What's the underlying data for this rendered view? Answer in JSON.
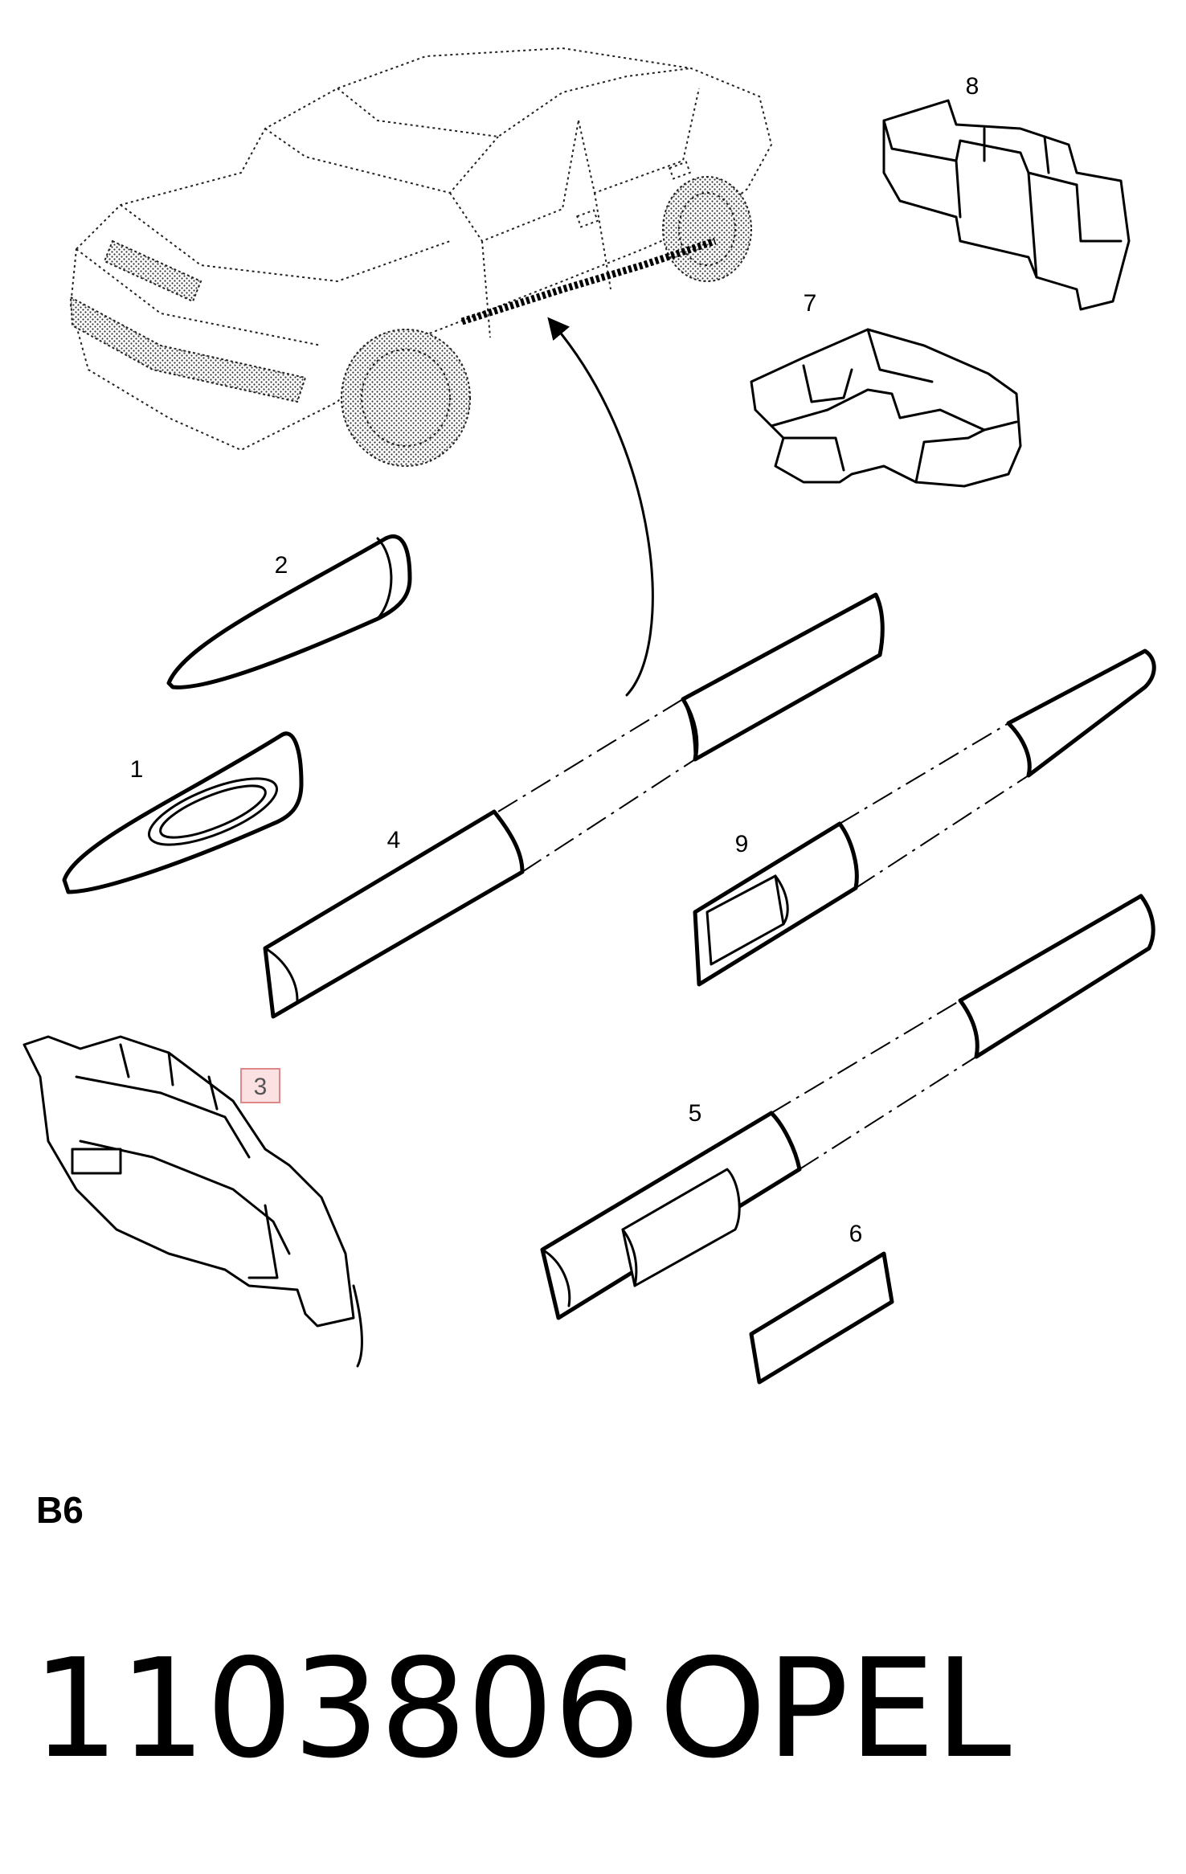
{
  "callouts": {
    "c1": "1",
    "c2": "2",
    "c3": "3",
    "c4": "4",
    "c5": "5",
    "c6": "6",
    "c7": "7",
    "c8": "8",
    "c9": "9"
  },
  "section_code": "B6",
  "part_number": "1103806",
  "brand": "OPEL"
}
